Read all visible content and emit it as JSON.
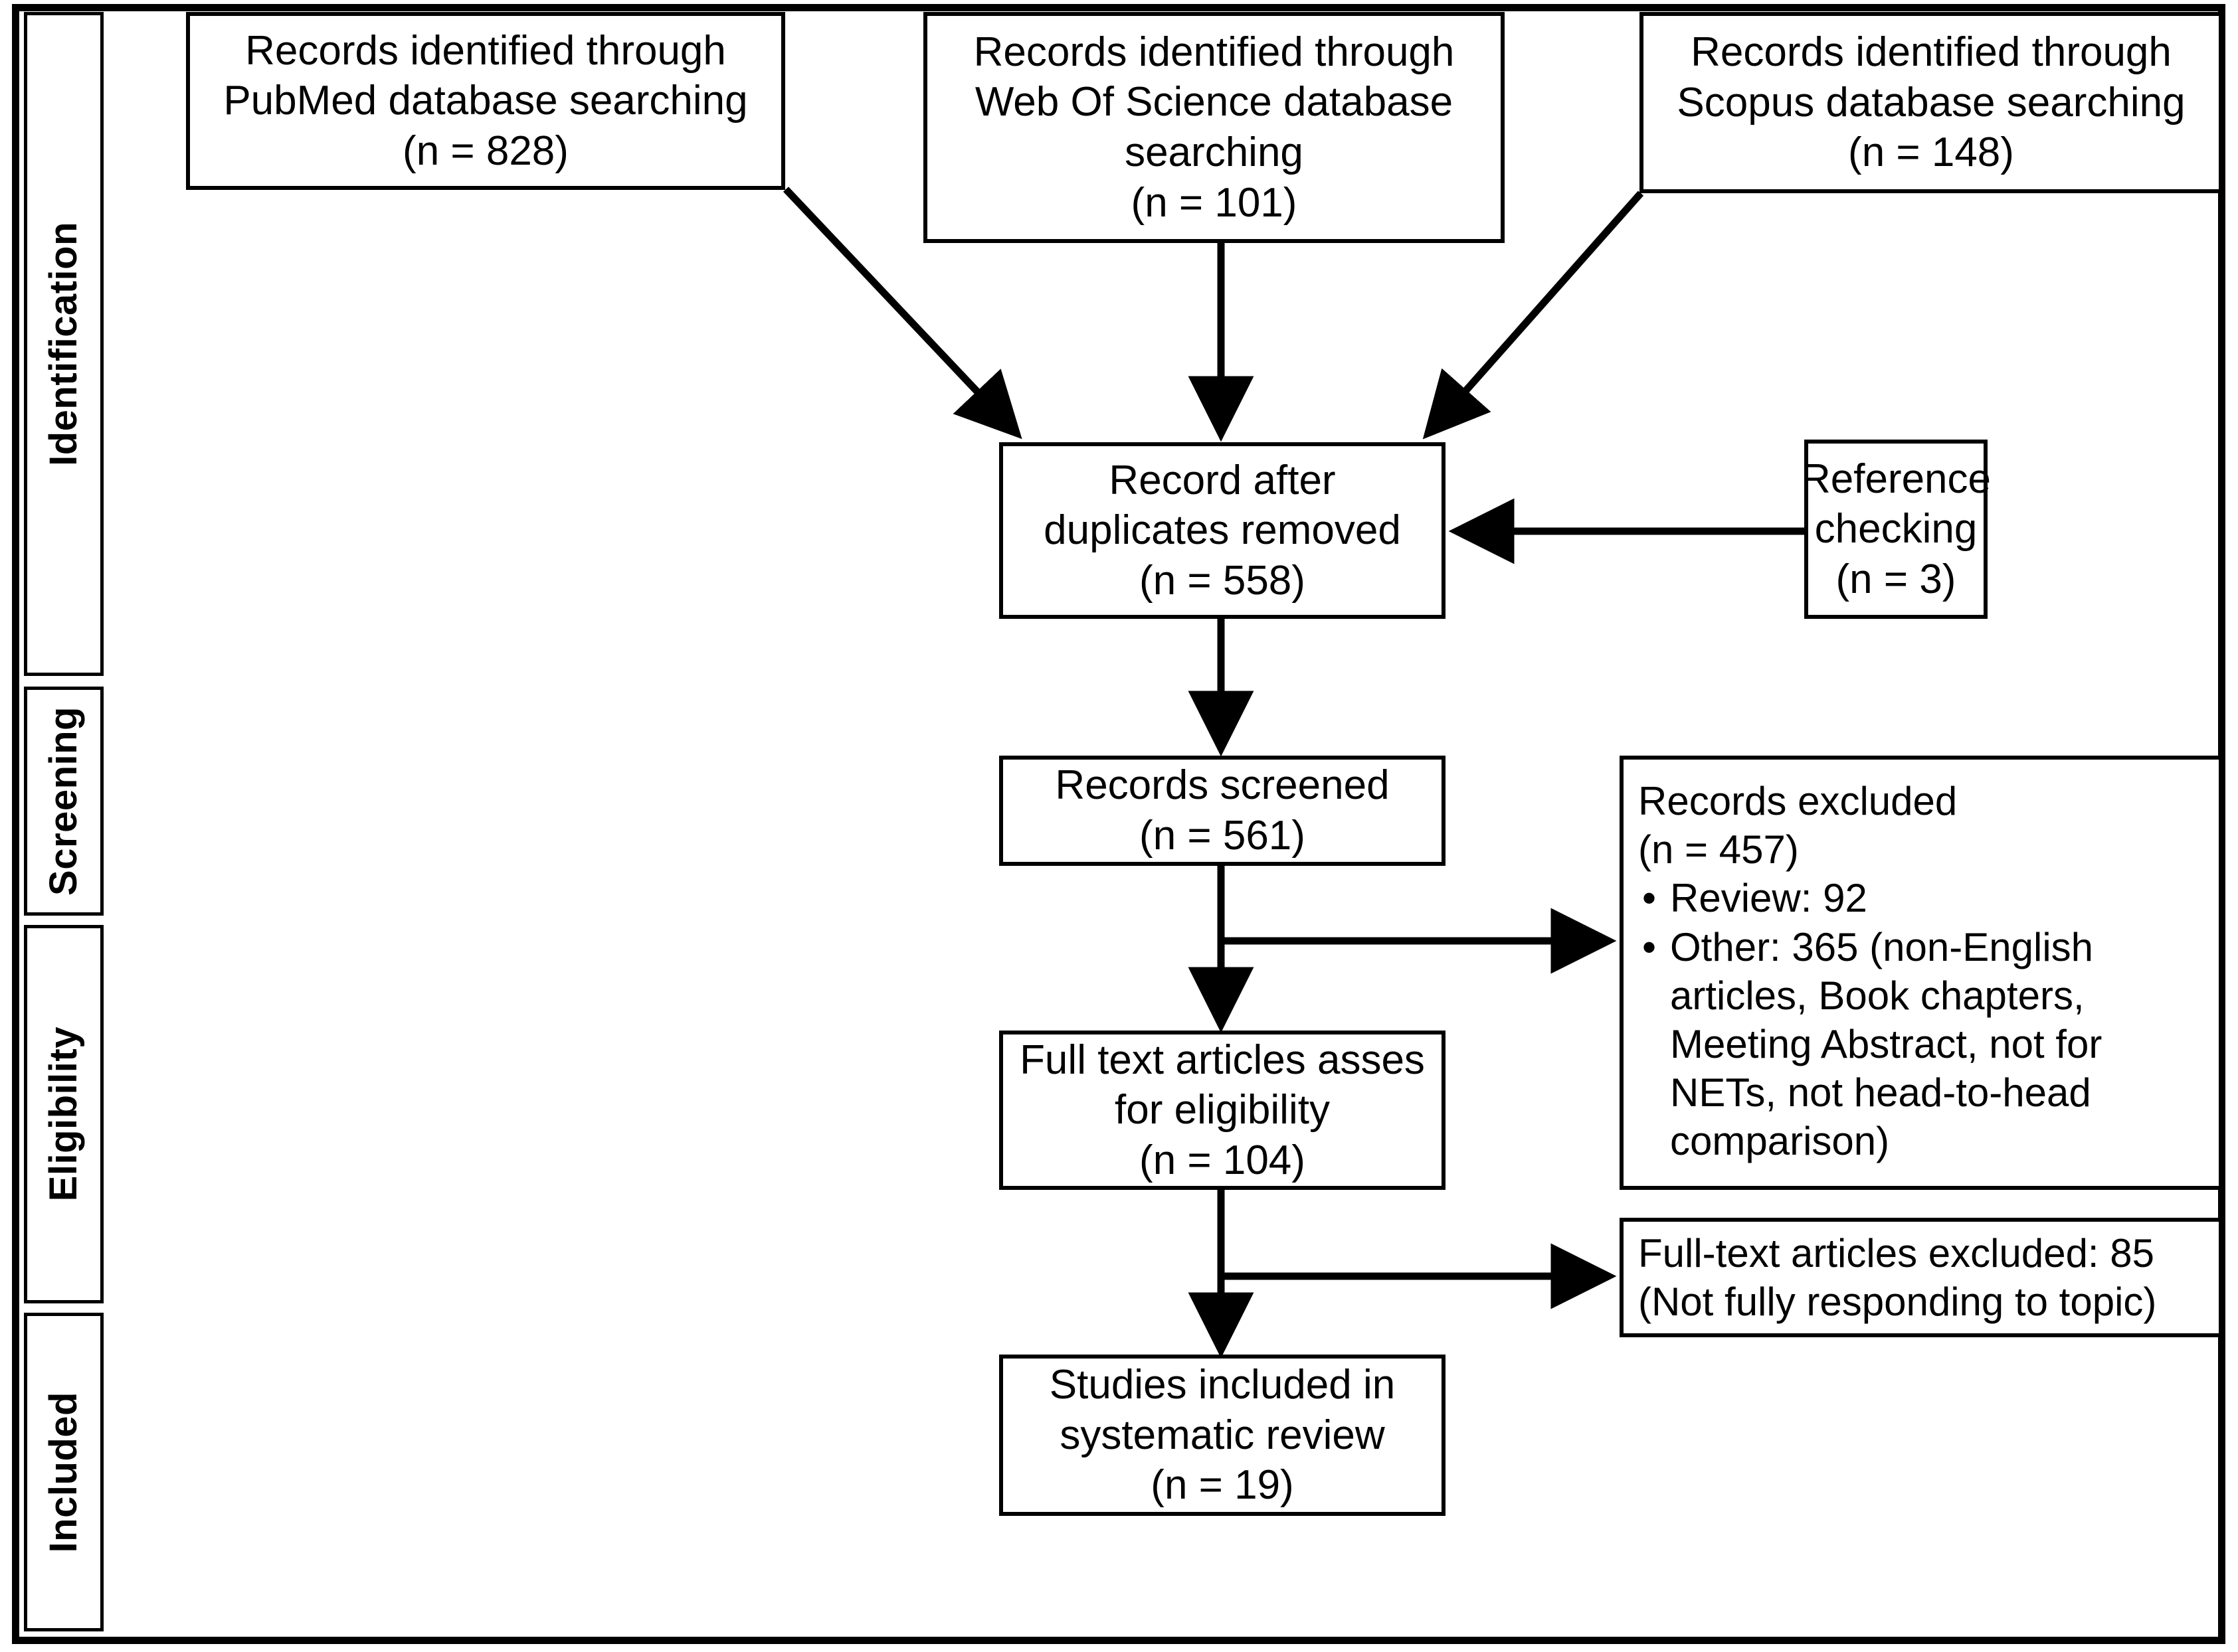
{
  "diagram": {
    "title": "PRISMA flow diagram",
    "line_color": "#000000",
    "background_color": "#ffffff"
  },
  "stages": [
    {
      "id": "identification",
      "label": "Identification"
    },
    {
      "id": "screening",
      "label": "Screening"
    },
    {
      "id": "eligibility",
      "label": "Eligibility"
    },
    {
      "id": "included",
      "label": "Included"
    }
  ],
  "nodes": {
    "pubmed": {
      "line1": "Records identified through",
      "line2": "PubMed database searching",
      "line3": "(n = 828)"
    },
    "wos": {
      "line1": "Records identified through",
      "line2": "Web Of Science database",
      "line3": "searching",
      "line4": "(n = 101)"
    },
    "scopus": {
      "line1": "Records identified through",
      "line2": "Scopus database searching",
      "line3": "(n = 148)"
    },
    "duplicates_removed": {
      "line1": "Record after",
      "line2": "duplicates removed",
      "line3": "(n = 558)"
    },
    "reference_checking": {
      "line1": "Reference",
      "line2": "checking",
      "line3": "(n = 3)"
    },
    "records_screened": {
      "line1": "Records screened",
      "line2": "(n = 561)"
    },
    "records_excluded": {
      "line1": "Records excluded",
      "line2": "(n = 457)",
      "bullets": [
        "Review: 92",
        "Other: 365 (non-English articles, Book chapters, Meeting Abstract, not for NETs, not head-to-head comparison)"
      ]
    },
    "full_text_assessed": {
      "line1": "Full text articles asses",
      "line2": "for eligibility",
      "line3": "(n = 104)"
    },
    "full_text_excluded": {
      "line1": "Full-text articles excluded: 85",
      "line2": "(Not fully responding to topic)"
    },
    "studies_included": {
      "line1": "Studies included in",
      "line2": "systematic review",
      "line3": "(n = 19)"
    }
  },
  "counts": {
    "pubmed": 828,
    "web_of_science": 101,
    "scopus": 148,
    "after_duplicates": 558,
    "reference_checking": 3,
    "records_screened": 561,
    "records_excluded": 457,
    "excluded_review": 92,
    "excluded_other": 365,
    "full_text_assessed": 104,
    "full_text_excluded": 85,
    "studies_included": 19
  }
}
